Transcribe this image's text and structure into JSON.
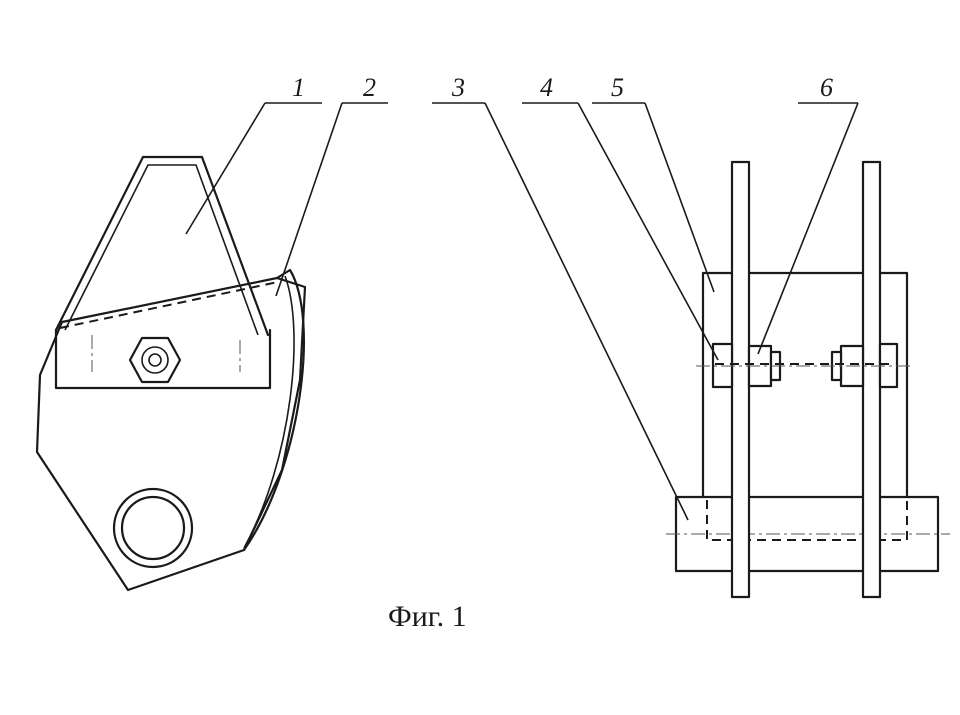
{
  "figure": {
    "caption": "Фиг. 1",
    "labels": {
      "l1": "1",
      "l2": "2",
      "l3": "3",
      "l4": "4",
      "l5": "5",
      "l6": "6"
    }
  }
}
